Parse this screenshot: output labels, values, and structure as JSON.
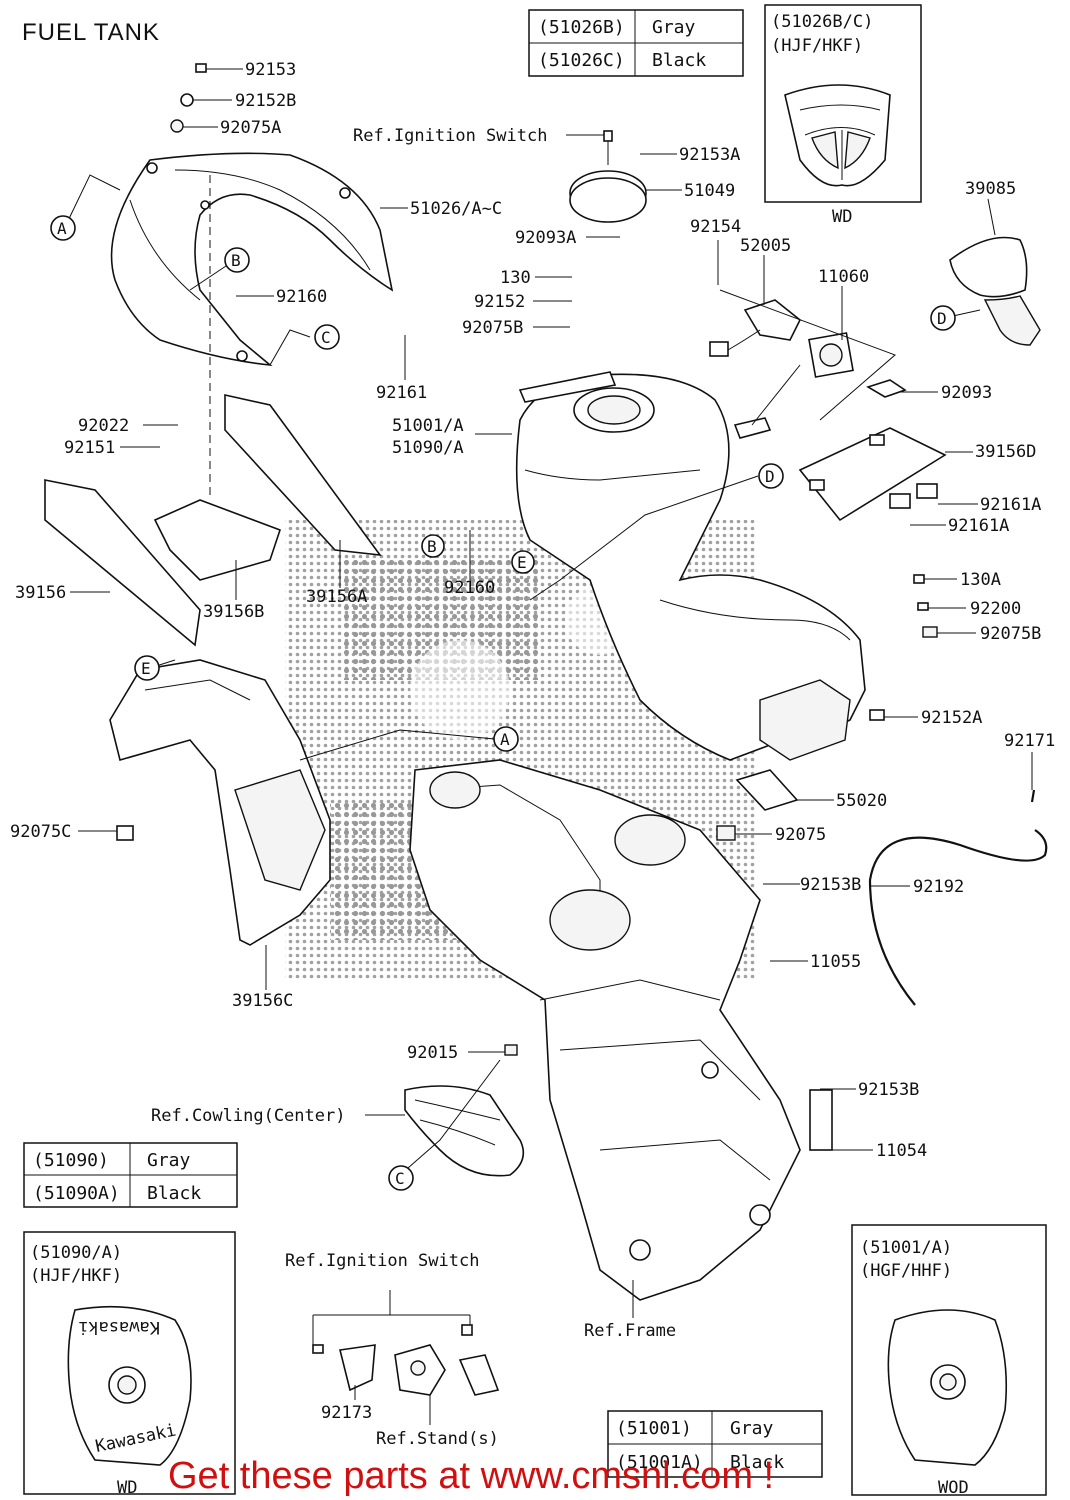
{
  "title": "FUEL TANK",
  "callouts": {
    "p92153": "92153",
    "p92152B": "92152B",
    "p92075A": "92075A",
    "ref_ignition_top": "Ref.Ignition Switch",
    "p92153A": "92153A",
    "p51049": "51049",
    "p51026": "51026/A~C",
    "p92093A": "92093A",
    "p92154": "92154",
    "p52005": "52005",
    "p11060": "11060",
    "p39085": "39085",
    "p130": "130",
    "p92152": "92152",
    "p92075B": "92075B",
    "p92160": "92160",
    "p92161": "92161",
    "p92093": "92093",
    "p51001": "51001/A",
    "p51090": "51090/A",
    "p39156D": "39156D",
    "p92022": "92022",
    "p92151": "92151",
    "p92161A_1": "92161A",
    "p92161A_2": "92161A",
    "p92160_b": "92160",
    "p130A": "130A",
    "p92200": "92200",
    "p92075B_b": "92075B",
    "p39156": "39156",
    "p39156B": "39156B",
    "p39156A": "39156A",
    "p92152A": "92152A",
    "p92171": "92171",
    "p55020": "55020",
    "p92075C": "92075C",
    "p92075": "92075",
    "p92153B_1": "92153B",
    "p92192": "92192",
    "p11055": "11055",
    "p39156C": "39156C",
    "p92015": "92015",
    "p92153B_2": "92153B",
    "ref_cowling": "Ref.Cowling(Center)",
    "p11054": "11054",
    "ref_ignition_bottom": "Ref.Ignition Switch",
    "p92173": "92173",
    "ref_stand": "Ref.Stand(s)",
    "ref_frame": "Ref.Frame"
  },
  "circle_letters": {
    "A1": "A",
    "B1": "B",
    "C1": "C",
    "D1": "D",
    "D2": "D",
    "E1": "E",
    "A2": "A",
    "C2": "C",
    "B2": "B",
    "E2": "E"
  },
  "table_51026": [
    {
      "code": "(51026B)",
      "color": "Gray"
    },
    {
      "code": "(51026C)",
      "color": "Black"
    }
  ],
  "table_51090": [
    {
      "code": "(51090)",
      "color": "Gray"
    },
    {
      "code": "(51090A)",
      "color": "Black"
    }
  ],
  "table_51001": [
    {
      "code": "(51001)",
      "color": "Gray"
    },
    {
      "code": "(51001A)",
      "color": "Black"
    }
  ],
  "inset_top": {
    "line1": "(51026B/C)",
    "line2": "(HJF/HKF)",
    "caption": "WD"
  },
  "inset_left": {
    "line1": "(51090/A)",
    "line2": "(HJF/HKF)",
    "caption": "WD",
    "brand": "Kawasaki"
  },
  "inset_right": {
    "line1": "(51001/A)",
    "line2": "(HGF/HHF)",
    "caption": "WOD"
  },
  "footer": "Get these parts at www.cmsnl.com !",
  "colors": {
    "footer": "#d01010",
    "ink": "#111111"
  }
}
